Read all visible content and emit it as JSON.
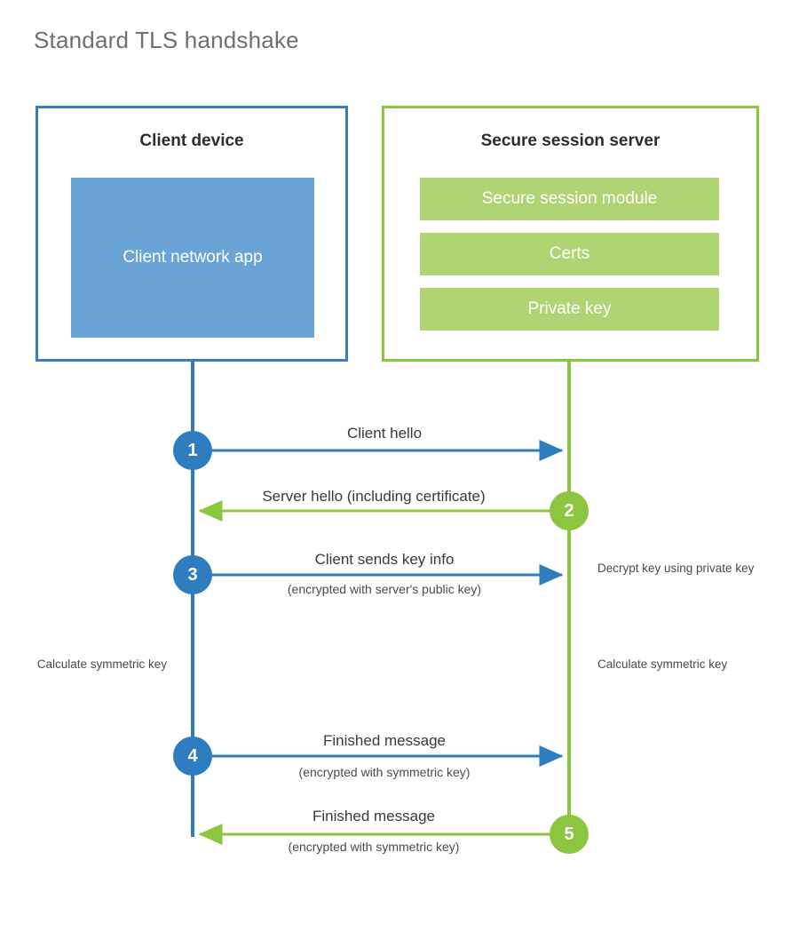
{
  "title": "Standard TLS handshake",
  "colors": {
    "client_blue": "#2e7ebf",
    "client_border": "#3b7cbf",
    "client_app_fill": "#6aa3d5",
    "server_green": "#8cc63e",
    "server_module_fill": "#b0d473",
    "title_gray": "#6f6f6f",
    "label_gray": "#3a3a3a"
  },
  "client": {
    "title": "Client device",
    "app_label": "Client network app"
  },
  "server": {
    "title": "Secure session server",
    "modules": [
      {
        "label": "Secure session module"
      },
      {
        "label": "Certs"
      },
      {
        "label": "Private key"
      }
    ]
  },
  "steps": [
    {
      "number": "1",
      "label": "Client hello",
      "sublabel": "",
      "direction": "client-to-server",
      "origin": "client"
    },
    {
      "number": "2",
      "label": "Server hello (including certificate)",
      "sublabel": "",
      "direction": "server-to-client",
      "origin": "server"
    },
    {
      "number": "3",
      "label": "Client sends key info",
      "sublabel": "(encrypted with server's public key)",
      "direction": "client-to-server",
      "origin": "client"
    },
    {
      "number": "4",
      "label": "Finished message",
      "sublabel": "(encrypted with symmetric key)",
      "direction": "client-to-server",
      "origin": "client"
    },
    {
      "number": "5",
      "label": "Finished message",
      "sublabel": "(encrypted with symmetric key)",
      "direction": "server-to-client",
      "origin": "server"
    }
  ],
  "notes": {
    "decrypt_key": "Decrypt key using private key",
    "calculate_symmetric_key_client": "Calculate symmetric key",
    "calculate_symmetric_key_server": "Calculate symmetric key"
  }
}
